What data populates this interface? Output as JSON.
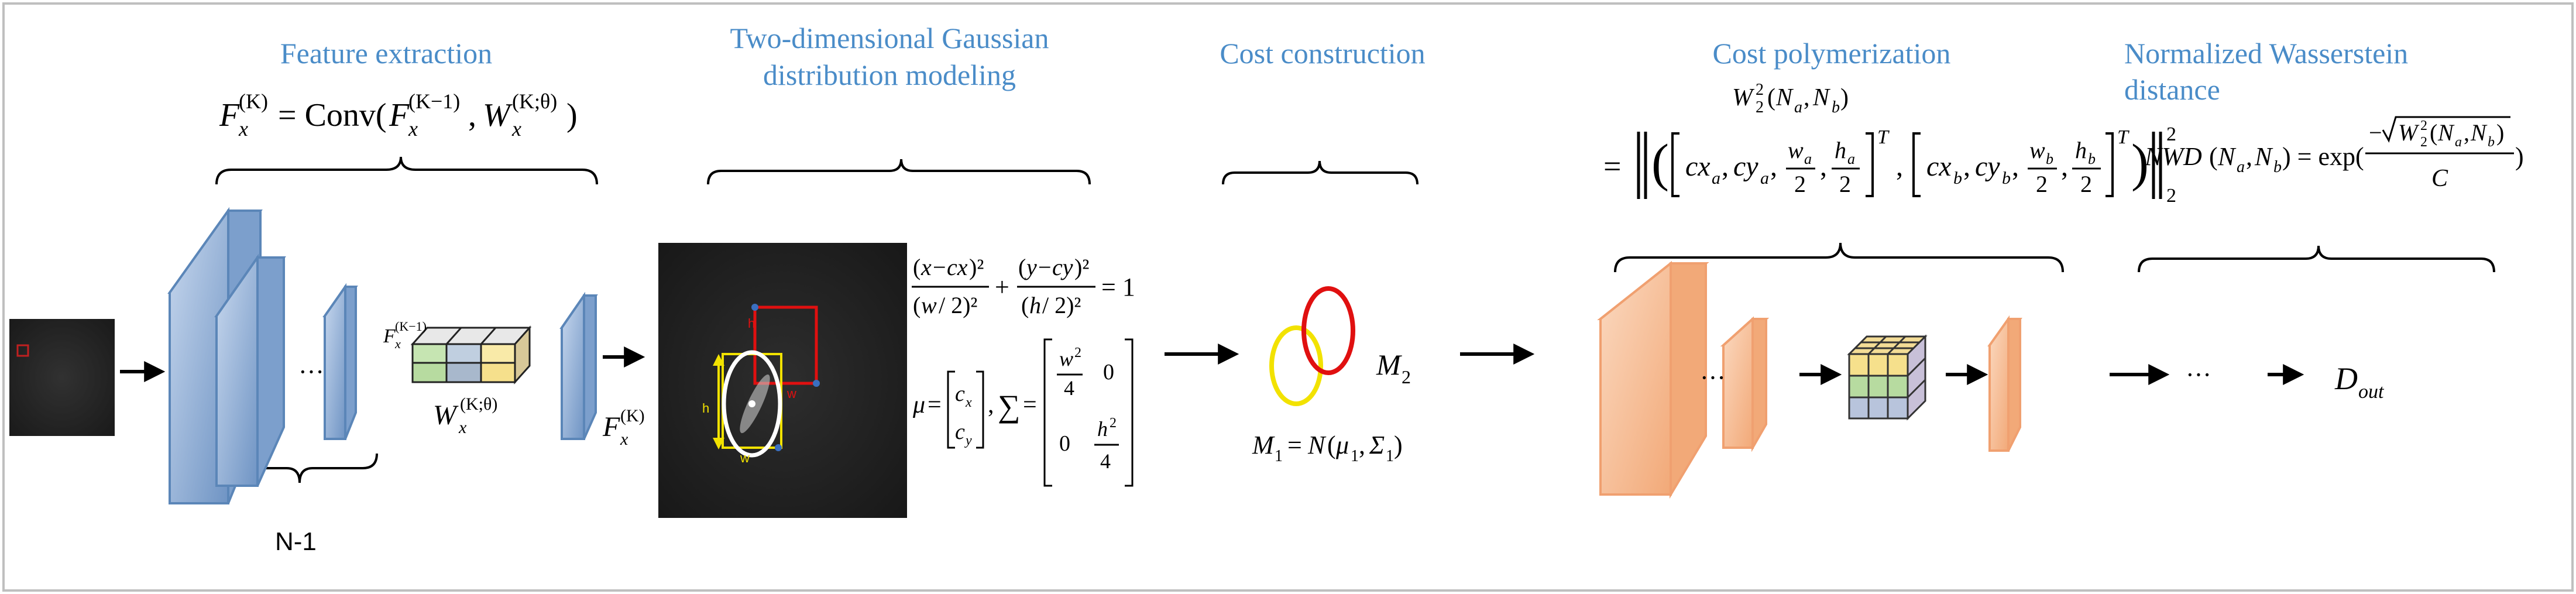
{
  "sections": {
    "feature_extraction": "Feature extraction",
    "gaussian_line1": "Two-dimensional Gaussian",
    "gaussian_line2": "distribution modeling",
    "cost_construction": "Cost construction",
    "cost_polymerization": "Cost polymerization",
    "nwd_line1": "Normalized Wasserstein",
    "nwd_line2": "distance"
  },
  "labels": {
    "n_minus_1": "N-1",
    "ellipsis": "···",
    "m1": "M₁ = N(μ₁, Σ₁)",
    "m2": "M₂",
    "d_out": "D",
    "d_out_sub": "out"
  },
  "formulas": {
    "feature_eq": "F_x^(K) = Conv(F_x^(K−1), W_x^(K;θ))",
    "weight_label": "W_x^(K;θ)",
    "feature_in": "F_x^(K−1)",
    "feature_out": "F_x^(K)",
    "ellipse_eq": "(x−cx)²/(w/2)² + (y−cy)²/(h/2)² = 1",
    "mu_sigma": "μ = [c_x, c_y], Σ = [[w²/4, 0], [0, h²/4]]",
    "wasserstein_lhs": "W₂²(N_a, N_b)",
    "wasserstein_rhs": "= ‖([cx_a, cy_a, w_a/2, h_a/2]ᵀ, [cx_b, cy_b, w_b/2, h_b/2]ᵀ)‖₂²",
    "nwd": "NWD(N_a, N_b) = exp(−√(W₂²(N_a, N_b)) / C)"
  },
  "colors": {
    "title_blue": "#4a8cc8",
    "cnn_blue": "#5b86b8",
    "cost_orange": "#f0a070",
    "cube_green": "#b7dba0",
    "cube_yellow": "#f6e08c",
    "ellipse_red": "#e01010",
    "ellipse_yellow": "#f2e200"
  }
}
